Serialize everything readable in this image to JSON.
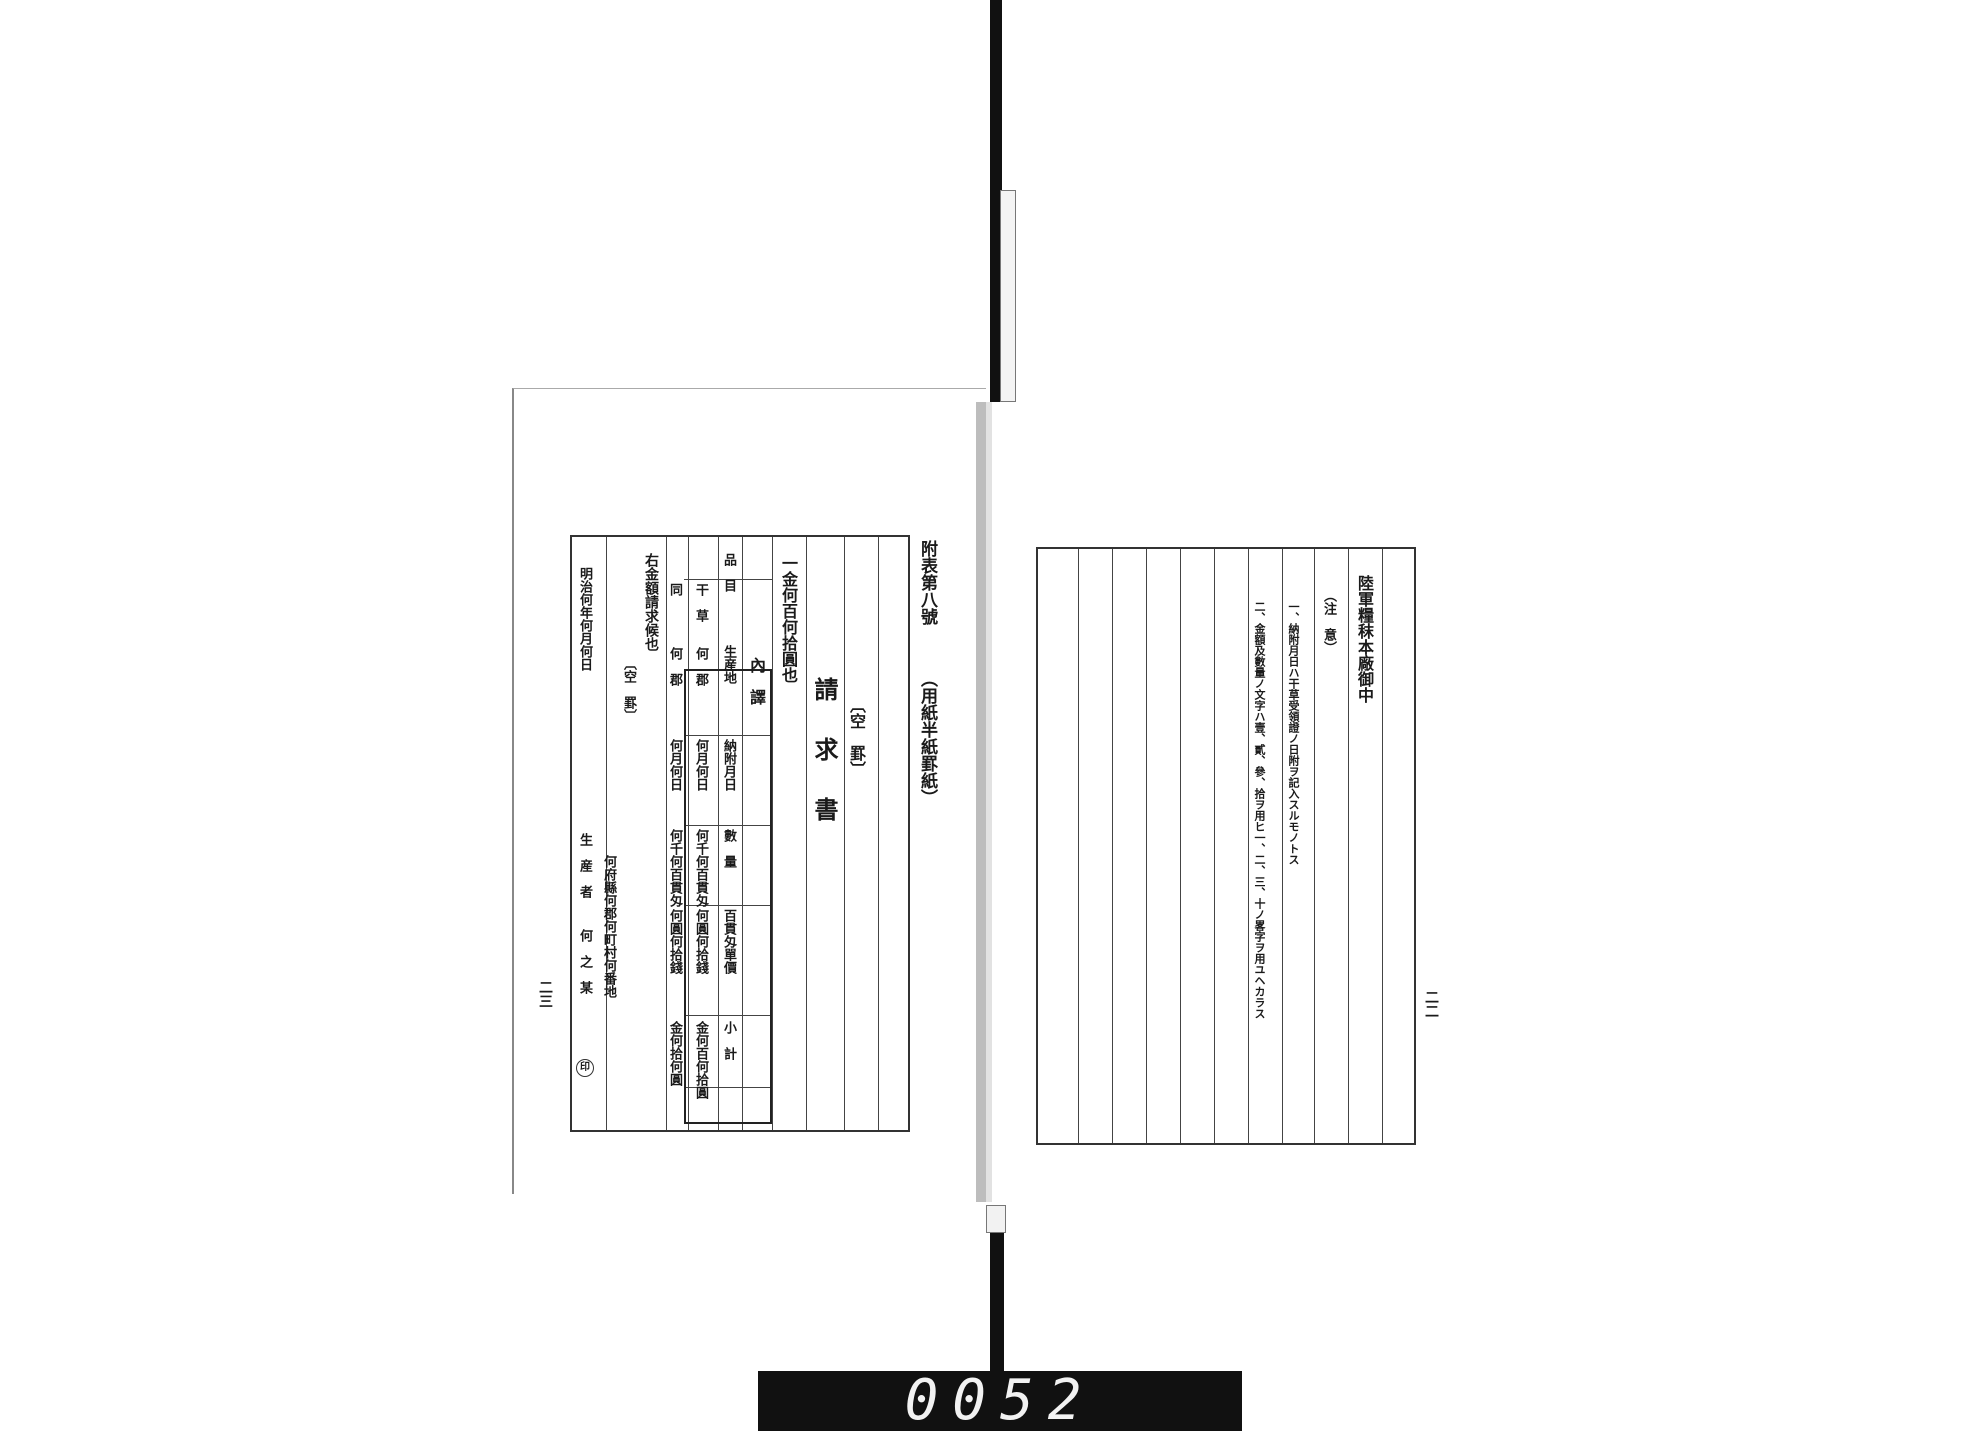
{
  "counter": "0052",
  "left_page": {
    "appendix": "附表第八號",
    "paper_note": "（用紙半紙罫紙）",
    "blank_top": "〔空　罫〕",
    "form_title": "請　求　書",
    "amount": "一金何百何拾圓也",
    "breakdown": "內　譯",
    "table": {
      "headers": [
        "品　目",
        "生産地",
        "納附月日",
        "數　量",
        "百貫匁單價",
        "小　計"
      ],
      "rows": [
        [
          "干　草",
          "何　郡",
          "何月何日",
          "何千何百貫匁",
          "何圓何拾錢",
          "金何百何拾圓"
        ],
        [
          "同",
          "何　郡",
          "何月何日",
          "何千何百貫匁",
          "何圓何拾錢",
          "金何拾何圓"
        ]
      ]
    },
    "claim_text": "右金額請求候也",
    "blank_mid": "〔空　罫〕",
    "date": "明治何年何月何日",
    "address": "何府縣何郡何町村何番地",
    "producer_label": "生　産　者",
    "producer_name": "何　之　某",
    "seal": "印",
    "page_number": "二三"
  },
  "right_page": {
    "addressee": "陸軍糧秣本廠御中",
    "notes_title": "（注　意）",
    "notes": [
      "一、納附月日ハ干草受領證ノ日附ヲ記入スルモノトス",
      "二、金額及數量ノ文字ハ壹、貳、參、拾ヲ用ヒ一、二、三、十ノ畧字ヲ用ユヘカラス"
    ],
    "page_number": "二二"
  }
}
